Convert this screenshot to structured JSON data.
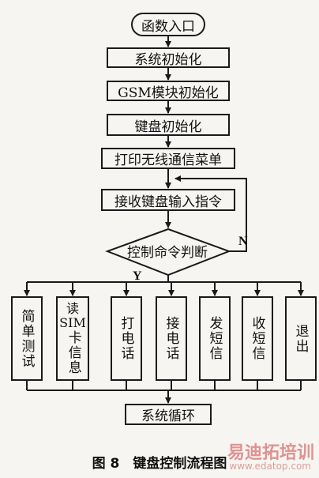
{
  "nodes": {
    "entry": "函数入口",
    "sys_init": "系统初始化",
    "gsm_init": "GSM模块初始化",
    "kbd_init": "键盘初始化",
    "print_menu": "打印无线通信菜单",
    "recv_cmd": "接收键盘输入指令",
    "judge": "控制命令判断",
    "loop": "系统循环"
  },
  "branches": {
    "simple_test": "简单测试",
    "read_sim_1": "读",
    "read_sim_2": "SIM",
    "read_sim_3": "卡信息",
    "call": "打电话",
    "answer": "接电话",
    "send_sms": "发短信",
    "recv_sms": "收短信",
    "exit": "退出"
  },
  "labels": {
    "yes": "Y",
    "no": "N"
  },
  "caption": "图 8　键盘控制流程图",
  "watermark": {
    "brand": "易迪拓培训",
    "url": "www.edatop.com"
  }
}
